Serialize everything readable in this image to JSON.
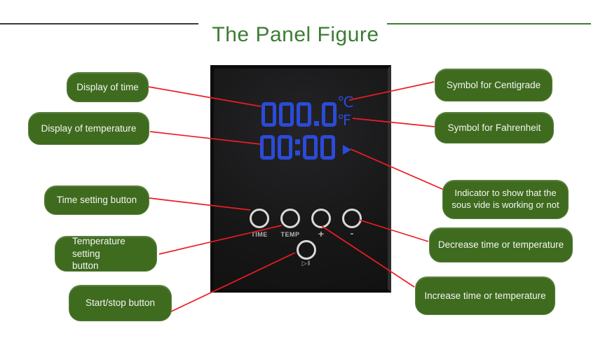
{
  "title": "The Panel Figure",
  "colors": {
    "title_green": "#3b7d33",
    "label_green": "#3e6b1e",
    "callout_red": "#ed1c24",
    "display_blue": "#2b4bd8",
    "panel_black": "#161616"
  },
  "panel": {
    "temperature_display": "000.0",
    "time_display": "00:00",
    "centigrade_symbol": "℃",
    "fahrenheit_symbol": "℉",
    "indicator_icon": "play-triangle-icon",
    "buttons": [
      {
        "id": "time",
        "label": "TIME"
      },
      {
        "id": "temp",
        "label": "TEMP"
      },
      {
        "id": "increase",
        "label": "+"
      },
      {
        "id": "decrease",
        "label": "-"
      },
      {
        "id": "start_stop",
        "label": "▷‖",
        "icon": "play-pause-icon"
      }
    ]
  },
  "callouts": {
    "left": [
      {
        "id": "display-of-time",
        "label": "Display of time"
      },
      {
        "id": "display-of-temperature",
        "label": "Display of temperature"
      },
      {
        "id": "time-setting-button",
        "label": "Time setting button"
      },
      {
        "id": "temperature-setting-button",
        "line1": "Temperature setting",
        "line2": "button"
      },
      {
        "id": "start-stop-button",
        "label": "Start/stop button"
      }
    ],
    "right": [
      {
        "id": "symbol-for-centigrade",
        "label": "Symbol for Centigrade"
      },
      {
        "id": "symbol-for-fahrenheit",
        "label": "Symbol for Fahrenheit"
      },
      {
        "id": "working-indicator",
        "line1": "Indicator to show that the",
        "line2": "sous vide is working or not"
      },
      {
        "id": "decrease-time-or-temperature",
        "label": "Decrease time or temperature"
      },
      {
        "id": "increase-time-or-temperature",
        "label": "Increase time or temperature"
      }
    ]
  }
}
